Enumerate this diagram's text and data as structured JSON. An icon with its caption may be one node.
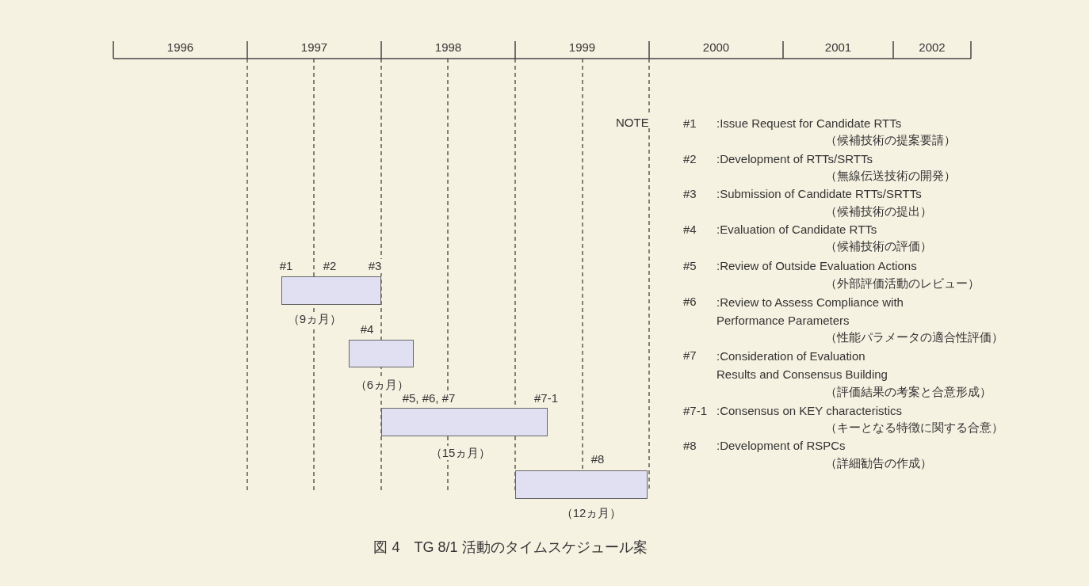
{
  "diagram": {
    "caption": "図 4　TG 8/1 活動のタイムスケジュール案",
    "nodes": [
      {
        "text": [],
        "shape": "bar",
        "beside": [
          "#1",
          "#2",
          "#3",
          "（9ヵ月）"
        ]
      },
      {
        "text": [],
        "shape": "bar",
        "beside": [
          "#4",
          "（6ヵ月）"
        ]
      },
      {
        "text": [],
        "shape": "bar",
        "beside": [
          "#5, #6, #7",
          "#7-1",
          "（15ヵ月）"
        ]
      },
      {
        "text": [],
        "shape": "bar",
        "beside": [
          "#8",
          "（12ヵ月）"
        ]
      }
    ],
    "labels": [
      "1996",
      "1997",
      "1998",
      "1999",
      "2000",
      "2001",
      "2002",
      "NOTE",
      "#1",
      ":Issue Request for Candidate RTTs",
      "（候補技術の提案要請）",
      "#2",
      ":Development of RTTs/SRTTs",
      "（無線伝送技術の開発）",
      "#3",
      ":Submission of Candidate RTTs/SRTTs",
      "（候補技術の提出）",
      "#4",
      ":Evaluation of Candidate RTTs",
      "（候補技術の評価）",
      "#5",
      ":Review of Outside Evaluation Actions",
      "（外部評価活動のレビュー）",
      "#6",
      ":Review to Assess Compliance with Performance Parameters",
      "（性能パラメータの適合性評価）",
      "#7",
      ":Consideration of Evaluation Results and Consensus Building",
      "（評価結果の考案と合意形成）",
      "#7-1",
      ":Consensus on KEY characteristics",
      "（キーとなる特徴に関する合意）",
      "#8",
      ":Development of RSPCs",
      "（詳細勧告の作成）"
    ]
  }
}
